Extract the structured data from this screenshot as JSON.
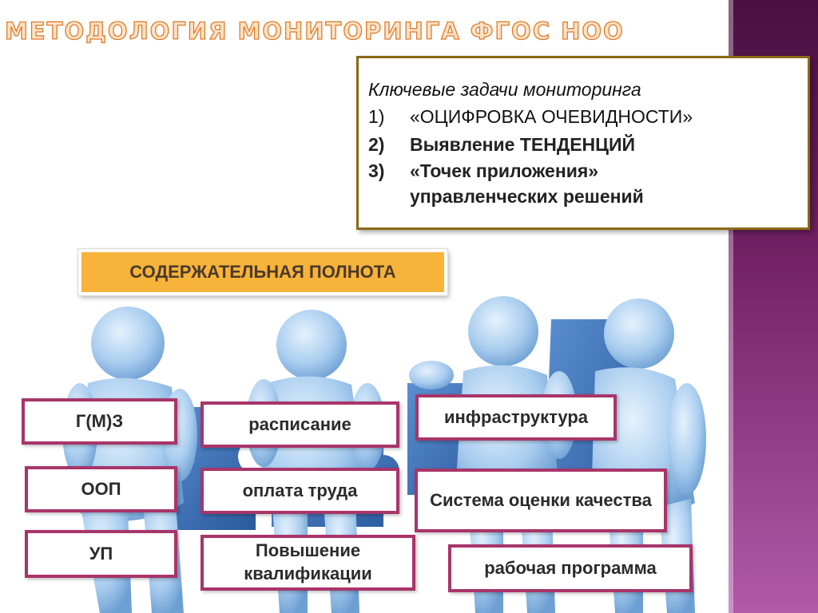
{
  "title": "МЕТОДОЛОГИЯ МОНИТОРИНГА  ФГОС НОО",
  "tasks": {
    "heading": "Ключевые задачи мониторинга",
    "items": [
      {
        "num": "1)",
        "text": "«ОЦИФРОВКА ОЧЕВИДНОСТИ»"
      },
      {
        "num": "2)",
        "text": "Выявление ТЕНДЕНЦИЙ"
      },
      {
        "num": "3)",
        "text": "«Точек приложения»"
      }
    ],
    "continuation": "управленческих решений"
  },
  "banner": "СОДЕРЖАТЕЛЬНАЯ ПОЛНОТА",
  "labels": {
    "gmz": "Г(М)З",
    "oop": "ООП",
    "up": "УП",
    "schedule": "расписание",
    "pay": "оплата труда",
    "qual": "Повышение квалификации",
    "infra": "инфраструктура",
    "quality": "Система оценки качества",
    "program": "рабочая программа"
  },
  "colors": {
    "side_panel": "#6a1c5c",
    "title_stroke": "#e07b2a",
    "task_border": "#8b6914",
    "banner_fill": "#f7b33a",
    "label_border": "#a8356a",
    "figure_fill": "#a9cdef",
    "puzzle_fill": "#3a6fb5"
  }
}
